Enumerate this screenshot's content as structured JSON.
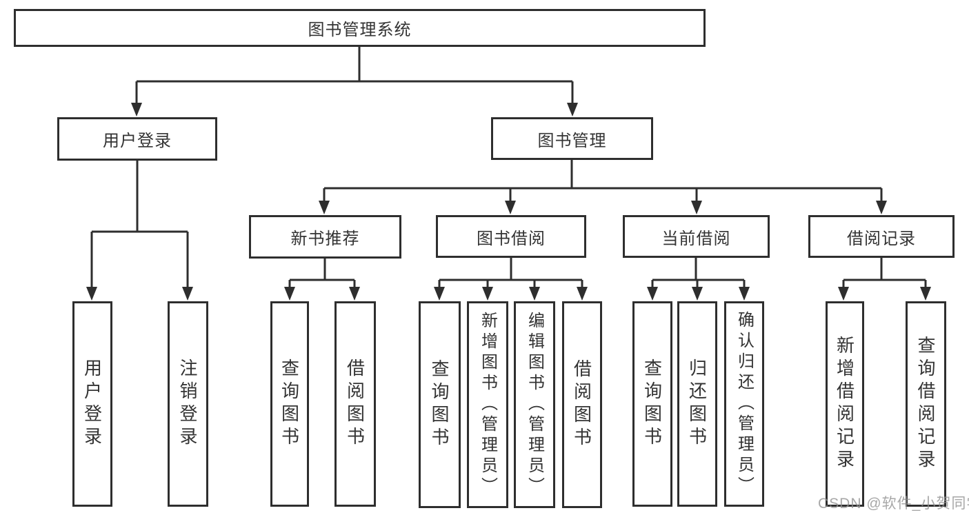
{
  "diagram_title": "图书管理系统",
  "tree": {
    "label": "图书管理系统",
    "children": [
      {
        "label": "用户登录",
        "children": [
          {
            "label": "用户登录"
          },
          {
            "label": "注销登录"
          }
        ]
      },
      {
        "label": "图书管理",
        "children": [
          {
            "label": "新书推荐",
            "children": [
              {
                "label": "查询图书"
              },
              {
                "label": "借阅图书"
              }
            ]
          },
          {
            "label": "图书借阅",
            "children": [
              {
                "label": "查询图书"
              },
              {
                "label": "新增图书（管理员）"
              },
              {
                "label": "编辑图书（管理员）"
              },
              {
                "label": "借阅图书"
              }
            ]
          },
          {
            "label": "当前借阅",
            "children": [
              {
                "label": "查询图书"
              },
              {
                "label": "归还图书"
              },
              {
                "label": "确认归还（管理员）"
              }
            ]
          },
          {
            "label": "借阅记录",
            "children": [
              {
                "label": "新增借阅记录"
              },
              {
                "label": "查询借阅记录"
              }
            ]
          }
        ]
      }
    ]
  },
  "watermark": "CSDN @软件_小贺同学",
  "colors": {
    "line": "#2e2e2e",
    "box_border": "#2e2e2e",
    "box_fill": "#ffffff",
    "text": "#333333",
    "watermark": "#919191",
    "background": "#ffffff"
  }
}
